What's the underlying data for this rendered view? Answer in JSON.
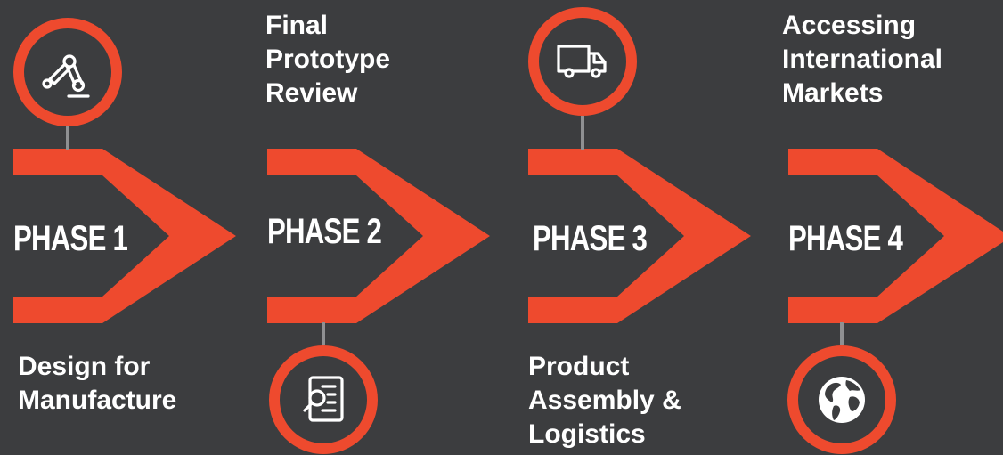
{
  "accent_color": "#ee4a2e",
  "background_color": "#3c3d3f",
  "phases": [
    {
      "label": "PHASE 1",
      "caption_lines": [
        "Design for",
        "Manufacture"
      ],
      "icon": "robotic-arm-icon"
    },
    {
      "label": "PHASE 2",
      "caption_lines": [
        "Final",
        "Prototype",
        "Review"
      ],
      "icon": "document-search-icon"
    },
    {
      "label": "PHASE 3",
      "caption_lines": [
        "Product",
        "Assembly &",
        "Logistics"
      ],
      "icon": "delivery-truck-icon"
    },
    {
      "label": "PHASE 4",
      "caption_lines": [
        "Accessing",
        "International",
        "Markets"
      ],
      "icon": "globe-icon"
    }
  ]
}
